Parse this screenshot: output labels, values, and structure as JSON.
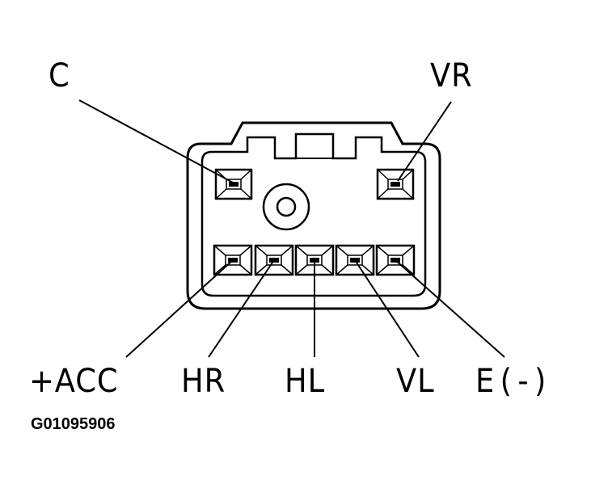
{
  "diagram": {
    "labels": {
      "c": "C",
      "vr": "VR",
      "acc": "+ACC",
      "hr": "HR",
      "hl": "HL",
      "vl": "VL",
      "e": "E(-)"
    },
    "figure_id": "G01095906"
  }
}
